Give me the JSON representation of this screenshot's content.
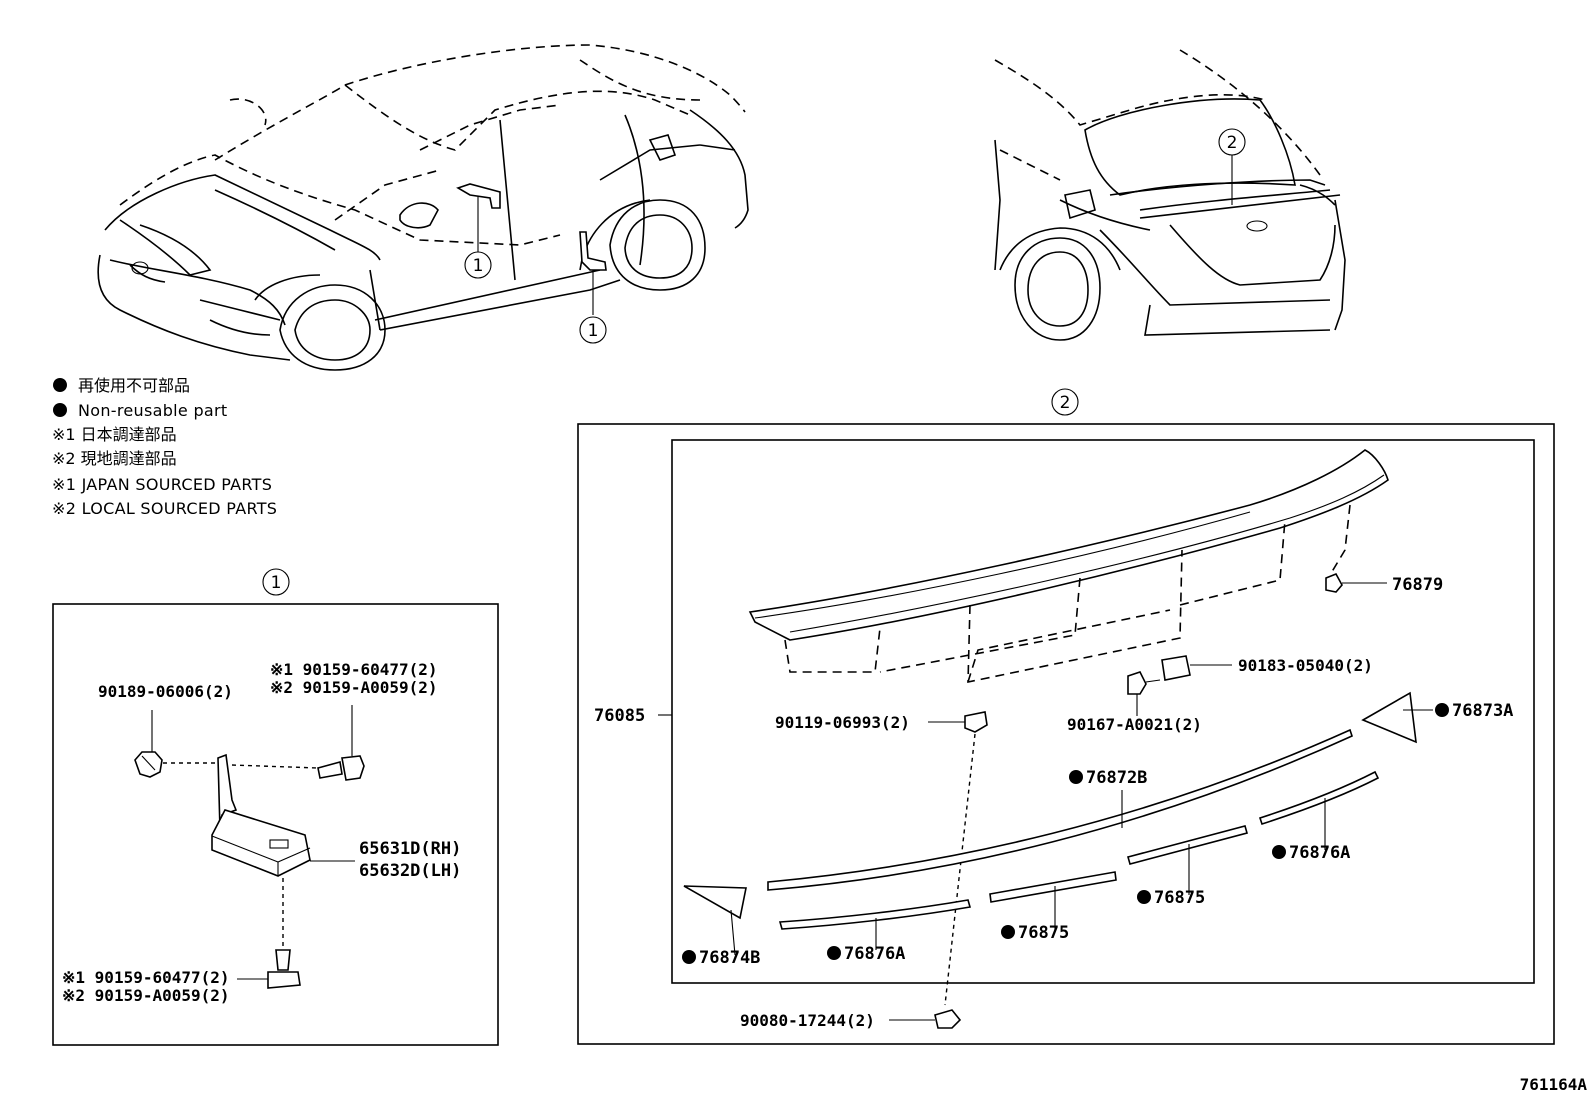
{
  "legend": {
    "non_reusable_ja": "再使用不可部品",
    "non_reusable_en": "Non-reusable part",
    "japan_sourced_ja": "※1 日本調達部品",
    "local_sourced_ja": "※2 現地調達部品",
    "japan_sourced_en": "※1 JAPAN SOURCED PARTS",
    "local_sourced_en": "※2 LOCAL SOURCED PARTS"
  },
  "callouts": {
    "one": "1",
    "two": "2"
  },
  "detail_1": {
    "clip_label": "90189-06006(2)",
    "bolt_upper_j": "※1 90159-60477(2)",
    "bolt_upper_l": "※2 90159-A0059(2)",
    "bracket_rh": "65631D(RH)",
    "bracket_lh": "65632D(LH)",
    "bolt_lower_j": "※1 90159-60477(2)",
    "bolt_lower_l": "※2 90159-A0059(2)"
  },
  "detail_2": {
    "assembly": "76085",
    "p76879": "76879",
    "p90183": "90183-05040(2)",
    "p90119": "90119-06993(2)",
    "p90167": "90167-A0021(2)",
    "p76873a": "76873A",
    "p76872b": "76872B",
    "p76876a_r": "76876A",
    "p76875_r": "76875",
    "p76875_m": "76875",
    "p76876a_l": "76876A",
    "p76874b": "76874B",
    "p90080": "90080-17244(2)"
  },
  "diagram_id": "761164A"
}
